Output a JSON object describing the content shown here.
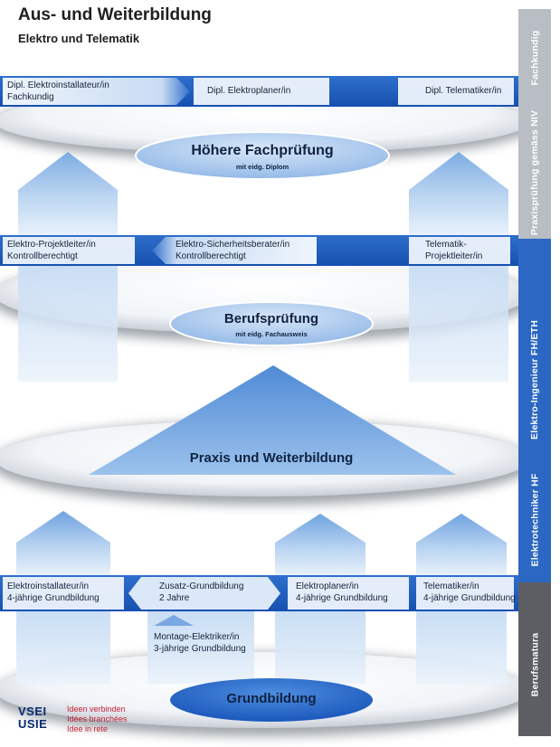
{
  "header": {
    "title": "Aus- und Weiterbildung",
    "subtitle": "Elektro und Telematik"
  },
  "sidebar": {
    "top": "Fachkundig",
    "upper": "Praxisprüfung gemäss NIV",
    "middle": "Elektro-Ingenieur FH/ETH",
    "lower": "Elektrotechniker HF",
    "bottom": "Berufsmatura"
  },
  "levels": {
    "hoehere": {
      "title": "Höhere Fachprüfung",
      "note": "mit eidg. Diplom"
    },
    "beruf": {
      "title": "Berufsprüfung",
      "note": "mit eidg. Fachausweis"
    },
    "praxis": {
      "title": "Praxis und Weiterbildung"
    },
    "grund": {
      "title": "Grundbildung"
    }
  },
  "band_diplom": {
    "a": [
      "Dipl. Elektroinstallateur/in",
      "Fachkundig"
    ],
    "b": "Dipl. Elektroplaner/in",
    "c": "Dipl. Telematiker/in"
  },
  "band_fachausweis": {
    "a": [
      "Elektro-Projektleiter/in",
      "Kontrollberechtigt"
    ],
    "b": [
      "Elektro-Sicherheitsberater/in",
      "Kontrollberechtigt"
    ],
    "c": [
      "Telematik-",
      "Projektleiter/in"
    ]
  },
  "band_grund": {
    "a": [
      "Elektroinstallateur/in",
      "4-jährige Grundbildung"
    ],
    "b": [
      "Zusatz-Grundbildung",
      "2 Jahre"
    ],
    "c": [
      "Elektroplaner/in",
      "4-jährige Grundbildung"
    ],
    "d": [
      "Telematiker/in",
      "4-jährige Grundbildung"
    ]
  },
  "montage": [
    "Montage-Elektriker/in",
    "3-jährige Grundbildung"
  ],
  "logo": {
    "line1": "VSEI",
    "line2": "USIE",
    "tag1": "Ideen verbinden",
    "tag2": "Idées branchées",
    "tag3": "Idee in rete"
  },
  "colors": {
    "band": "#1e5fbf",
    "sidebar_upper": "#b9bdc4",
    "sidebar_mid": "#2c67c4",
    "sidebar_low": "#5c5e63",
    "arrow_light": "#8fb7e6",
    "accent_red": "#c8263a"
  }
}
